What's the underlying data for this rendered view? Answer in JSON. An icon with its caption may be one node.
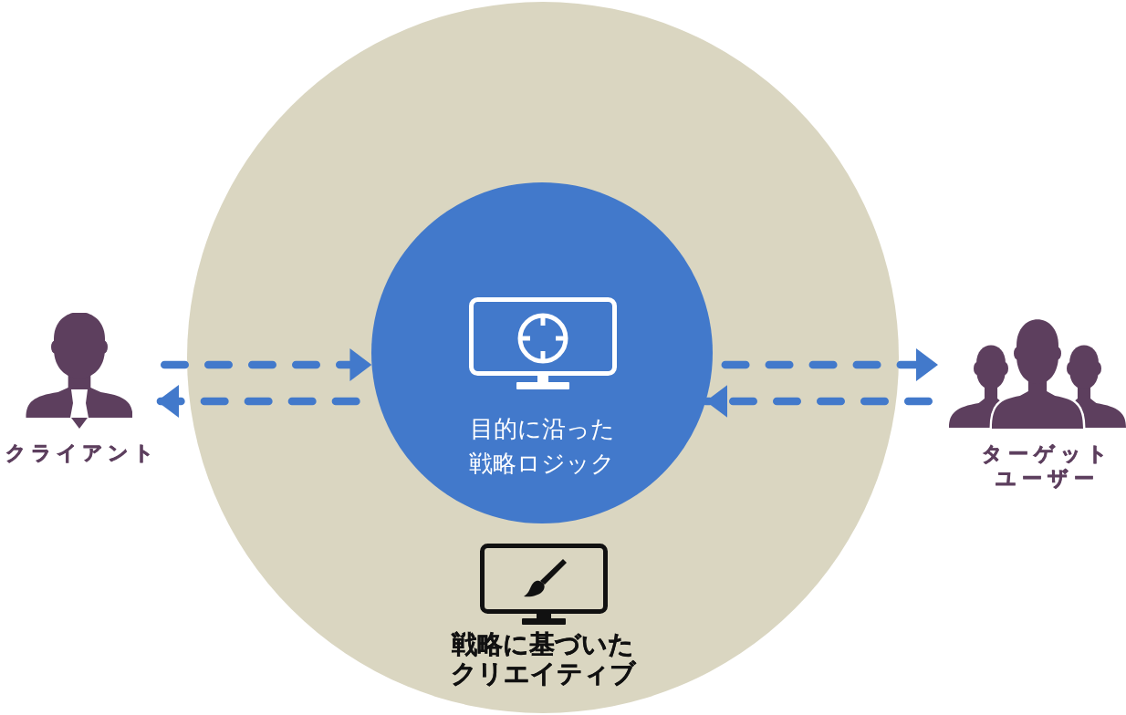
{
  "diagram": {
    "nodes": [
      {
        "text": [
          "クライアント"
        ]
      },
      {
        "text": [
          "戦略に基づいたクリエイティブ"
        ]
      },
      {
        "text": [
          "目的に沿った戦略ロジック"
        ],
        "in": 1
      },
      {
        "text": [
          "ターゲットユーザー"
        ]
      }
    ],
    "edges": [
      {
        "from": 0,
        "to": 2,
        "arrow": "to",
        "style": "dashed"
      },
      {
        "from": 2,
        "to": 0,
        "arrow": "to",
        "style": "dashed"
      },
      {
        "from": 2,
        "to": 3,
        "arrow": "to",
        "style": "dashed"
      },
      {
        "from": 3,
        "to": 2,
        "arrow": "to",
        "style": "dashed"
      }
    ]
  }
}
